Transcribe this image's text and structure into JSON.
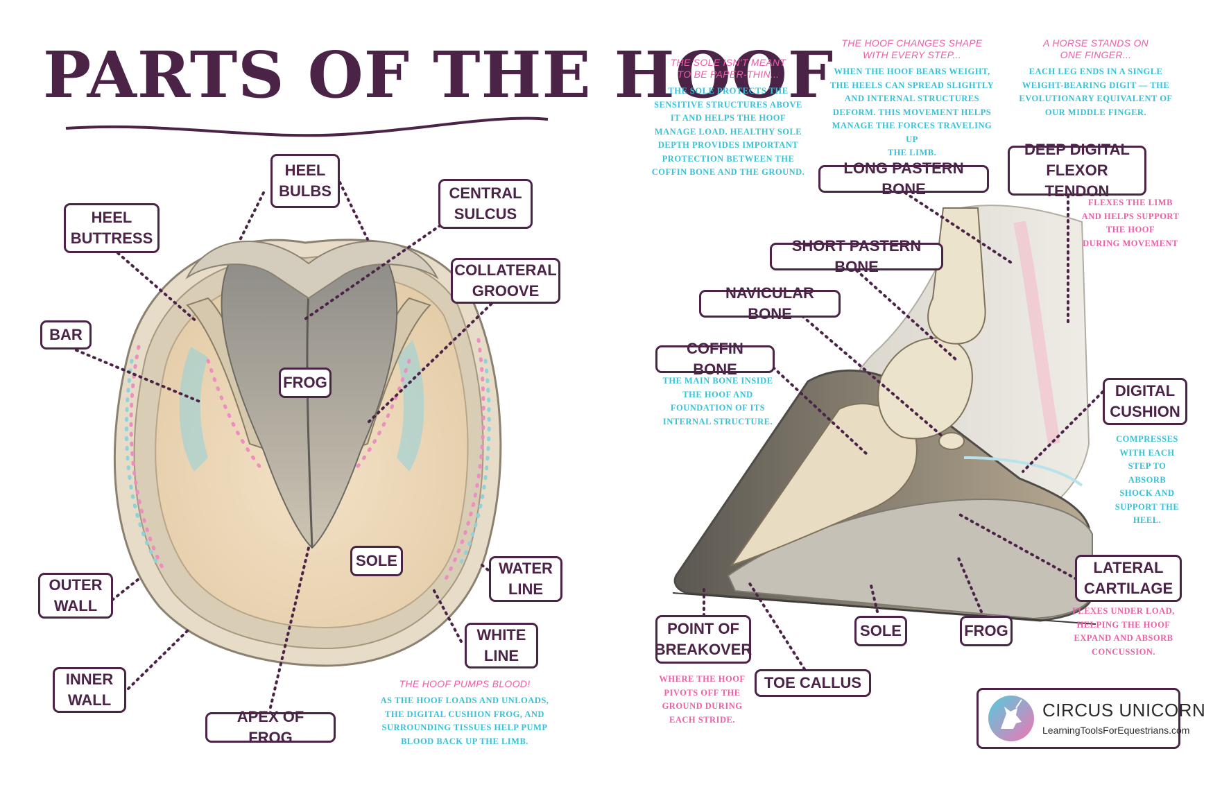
{
  "title": "PARTS OF THE HOOF",
  "labels": {
    "heel_bulbs": [
      "HEEL",
      "BULBS"
    ],
    "central_sulcus": [
      "CENTRAL",
      "SULCUS"
    ],
    "heel_buttress": [
      "HEEL",
      "BUTTRESS"
    ],
    "collateral_groove": [
      "COLLATERAL",
      "GROOVE"
    ],
    "bar": "BAR",
    "frog_bottom": "FROG",
    "sole_bottom": "SOLE",
    "water_line": [
      "WATER",
      "LINE"
    ],
    "outer_wall": [
      "OUTER",
      "WALL"
    ],
    "white_line": [
      "WHITE",
      "LINE"
    ],
    "inner_wall": [
      "INNER",
      "WALL"
    ],
    "apex_of_frog": "APEX OF FROG",
    "long_pastern_bone": "LONG PASTERN BONE",
    "deep_digital_flexor_tendon": [
      "DEEP DIGITAL",
      "FLEXOR TENDON"
    ],
    "short_pastern_bone": "SHORT PASTERN BONE",
    "navicular_bone": "NAVICULAR BONE",
    "coffin_bone": "COFFIN BONE",
    "digital_cushion": [
      "DIGITAL",
      "CUSHION"
    ],
    "lateral_cartilage": [
      "LATERAL",
      "CARTILAGE"
    ],
    "point_of_breakover": [
      "POINT OF",
      "BREAKOVER"
    ],
    "sole_side": "SOLE",
    "frog_side": "FROG",
    "toe_callus": "TOE CALLUS"
  },
  "notes": {
    "sole": {
      "heading": [
        "THE SOLE ISN'T MEANT",
        "TO BE PAPER-THIN..."
      ],
      "body": [
        "THE SOLE PROTECTS THE",
        "SENSITIVE STRUCTURES ABOVE",
        "IT AND HELPS THE HOOF",
        "MANAGE LOAD. HEALTHY SOLE",
        "DEPTH PROVIDES IMPORTANT",
        "PROTECTION BETWEEN THE",
        "COFFIN BONE AND THE GROUND."
      ]
    },
    "shape": {
      "heading": [
        "THE HOOF CHANGES SHAPE",
        "WITH EVERY STEP..."
      ],
      "body": [
        "WHEN THE HOOF BEARS WEIGHT,",
        "THE HEELS CAN SPREAD SLIGHTLY",
        "AND INTERNAL STRUCTURES",
        "DEFORM. THIS MOVEMENT HELPS",
        "MANAGE THE FORCES TRAVELING UP",
        "THE LIMB."
      ]
    },
    "finger": {
      "heading": [
        "A HORSE STANDS ON",
        "ONE FINGER..."
      ],
      "body": [
        "EACH LEG ENDS IN A SINGLE",
        "WEIGHT-BEARING DIGIT — THE",
        "EVOLUTIONARY EQUIVALENT OF",
        "OUR MIDDLE FINGER."
      ]
    },
    "pump": {
      "heading": [
        "THE HOOF PUMPS BLOOD!"
      ],
      "body": [
        "AS THE HOOF LOADS AND UNLOADS,",
        "THE DIGITAL CUSHION FROG, AND",
        "SURROUNDING TISSUES HELP PUMP",
        "BLOOD BACK UP THE LIMB."
      ]
    },
    "coffin": [
      "THE MAIN BONE INSIDE",
      "THE HOOF AND",
      "FOUNDATION OF ITS",
      "INTERNAL STRUCTURE."
    ],
    "tendon": [
      "FLEXES THE LIMB",
      "AND HELPS SUPPORT",
      "THE HOOF",
      "DURING MOVEMENT"
    ],
    "cushion": [
      "COMPRESSES",
      "WITH EACH",
      "STEP TO",
      "ABSORB",
      "SHOCK AND",
      "SUPPORT THE",
      "HEEL."
    ],
    "cartilage": [
      "FLEXES UNDER LOAD,",
      "HELPING THE HOOF",
      "EXPAND AND ABSORB",
      "CONCUSSION."
    ],
    "breakover": [
      "WHERE THE HOOF",
      "PIVOTS OFF THE",
      "GROUND DURING",
      "EACH STRIDE."
    ]
  },
  "logo": {
    "name": "CIRCUS UNICORN",
    "url": "LearningToolsForEquestrians.com"
  },
  "colors": {
    "purple": "#4a2347",
    "teal": "#37c1d6",
    "pink": "#ec5ea6"
  }
}
